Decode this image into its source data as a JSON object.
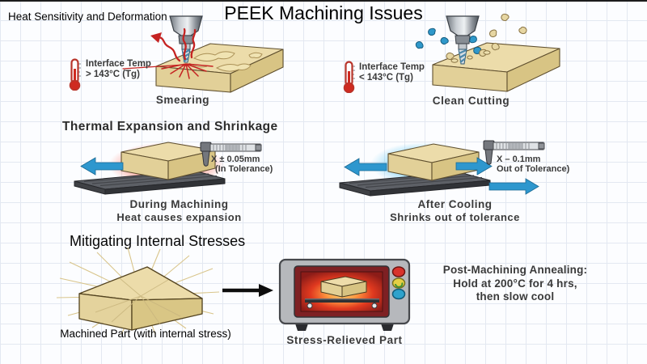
{
  "page": {
    "title": "PEEK Machining Issues",
    "subtitle": "Heat Sensitivity and Deformation"
  },
  "heat_section": {
    "smearing": {
      "thermo_line1": "Interface Temp",
      "thermo_line2": "> 143°C (Tg)",
      "caption": "Smearing"
    },
    "clean_cutting": {
      "thermo_line1": "Interface Temp",
      "thermo_line2": "< 143°C (Tg)",
      "caption": "Clean Cutting"
    }
  },
  "thermal_section": {
    "heading": "Thermal Expansion and Shrinkage",
    "during_machining": {
      "measurement_line1": "X ± 0.05mm",
      "measurement_line2": "(In Tolerance)",
      "caption_line1": "During Machining",
      "caption_line2": "Heat causes expansion"
    },
    "after_cooling": {
      "measurement_line1": "X – 0.1mm",
      "measurement_line2": "Out of Tolerance)",
      "caption_line1": "After Cooling",
      "caption_line2": "Shrinks out of tolerance"
    }
  },
  "stress_section": {
    "heading": "Mitigating Internal Stresses",
    "machined_part_caption": "Machined Part (with internal stress)",
    "oven_caption": "Stress-Relieved Part",
    "annealing_note_line1": "Post-Machining Annealing:",
    "annealing_note_line2": "Hold at 200°C for 4 hrs,",
    "annealing_note_line3": "then slow cool"
  },
  "icons": {
    "thermometer_icon": "red bulb thermometer shape",
    "caliper_icon": "vernier caliper shape",
    "end_mill_icon": "milling cutter shape",
    "oven_icon": "annealing oven shape",
    "arrow_icon": "process arrow shape"
  },
  "colors": {
    "peek_block_tan": "#ecdcaa",
    "heat_red": "#c52322",
    "cool_blue": "#39b6e8",
    "arrow_blue": "#2e97ce",
    "plate_gray": "#5d6066",
    "oven_body_gray": "#b6b8bc",
    "oven_window_red": "#7e2023",
    "caption_gray": "#3a3a3a",
    "grid_line": "#e3e8f1"
  }
}
